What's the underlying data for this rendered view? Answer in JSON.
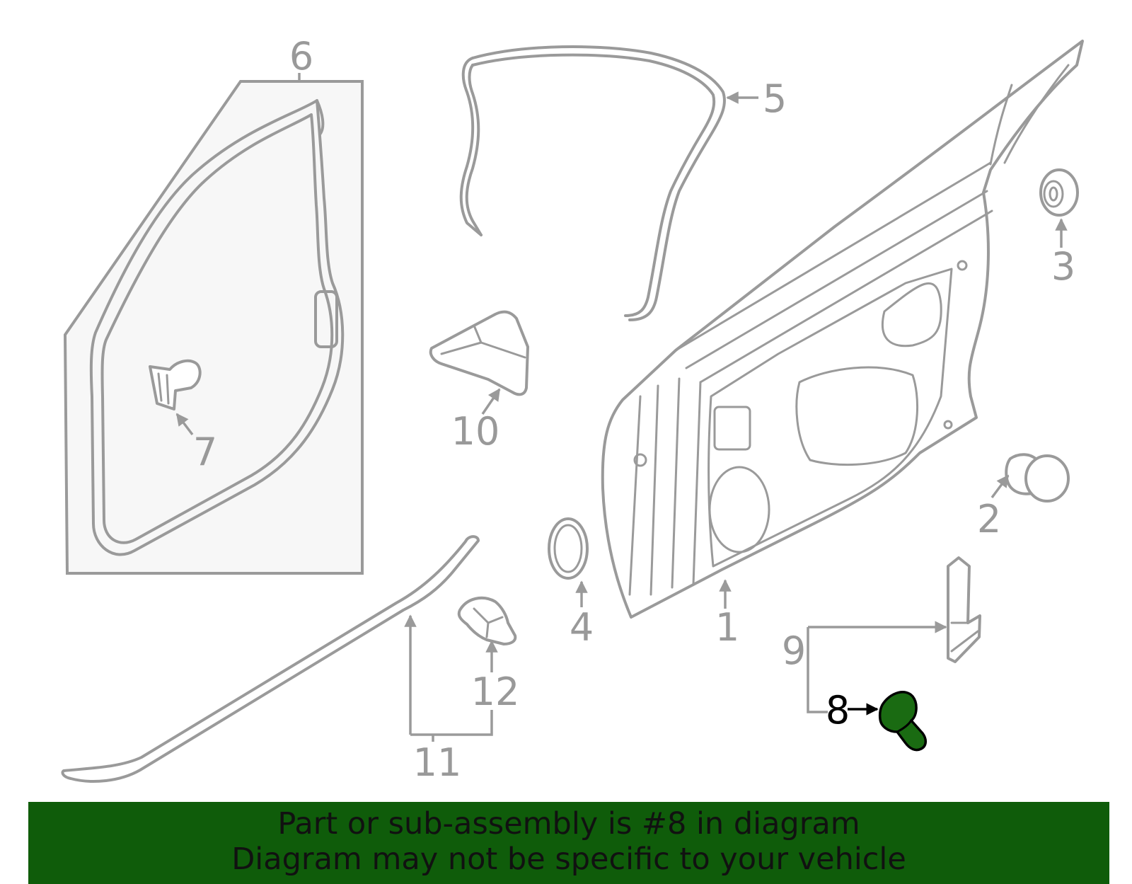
{
  "callouts": {
    "c1": "1",
    "c2": "2",
    "c3": "3",
    "c4": "4",
    "c5": "5",
    "c6": "6",
    "c7": "7",
    "c8": "8",
    "c9": "9",
    "c10": "10",
    "c11": "11",
    "c12": "12"
  },
  "highlight_part": "8",
  "colors": {
    "highlight": "#1a6b12",
    "banner": "#0f5c0a",
    "line": "#9a9a9a"
  },
  "banner": {
    "line1": "Part or sub-assembly is #8 in diagram",
    "line2": "Diagram may not be specific to your vehicle"
  }
}
